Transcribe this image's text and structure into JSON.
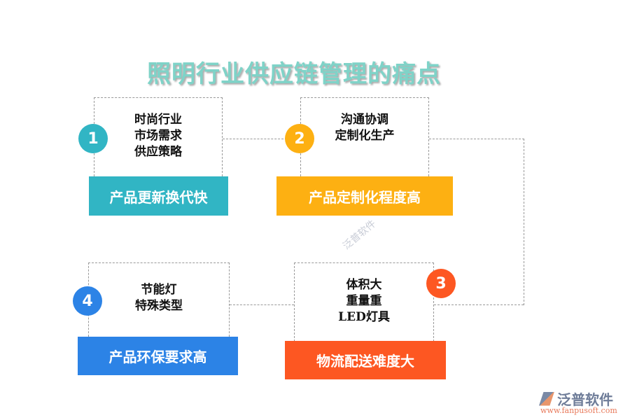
{
  "title": "照明行业供应链管理的痛点",
  "items": [
    {
      "num": "1",
      "lines": [
        "时尚行业",
        "市场需求",
        "供应策略"
      ],
      "label": "产品更新换代快",
      "color": "#31b5c4"
    },
    {
      "num": "2",
      "lines": [
        "沟通协调",
        "定制化生产"
      ],
      "label": "产品定制化程度高",
      "color": "#fdb012"
    },
    {
      "num": "3",
      "lines": [
        "体积大",
        "重量重",
        "LED灯具"
      ],
      "label": "物流配送难度大",
      "color": "#fd5722"
    },
    {
      "num": "4",
      "lines": [
        "节能灯",
        "特殊类型"
      ],
      "label": "产品环保要求高",
      "color": "#2c83e6"
    }
  ],
  "logo": {
    "name": "泛普软件",
    "url": "www.fanpusoft.com"
  },
  "watermark": "泛普软件"
}
